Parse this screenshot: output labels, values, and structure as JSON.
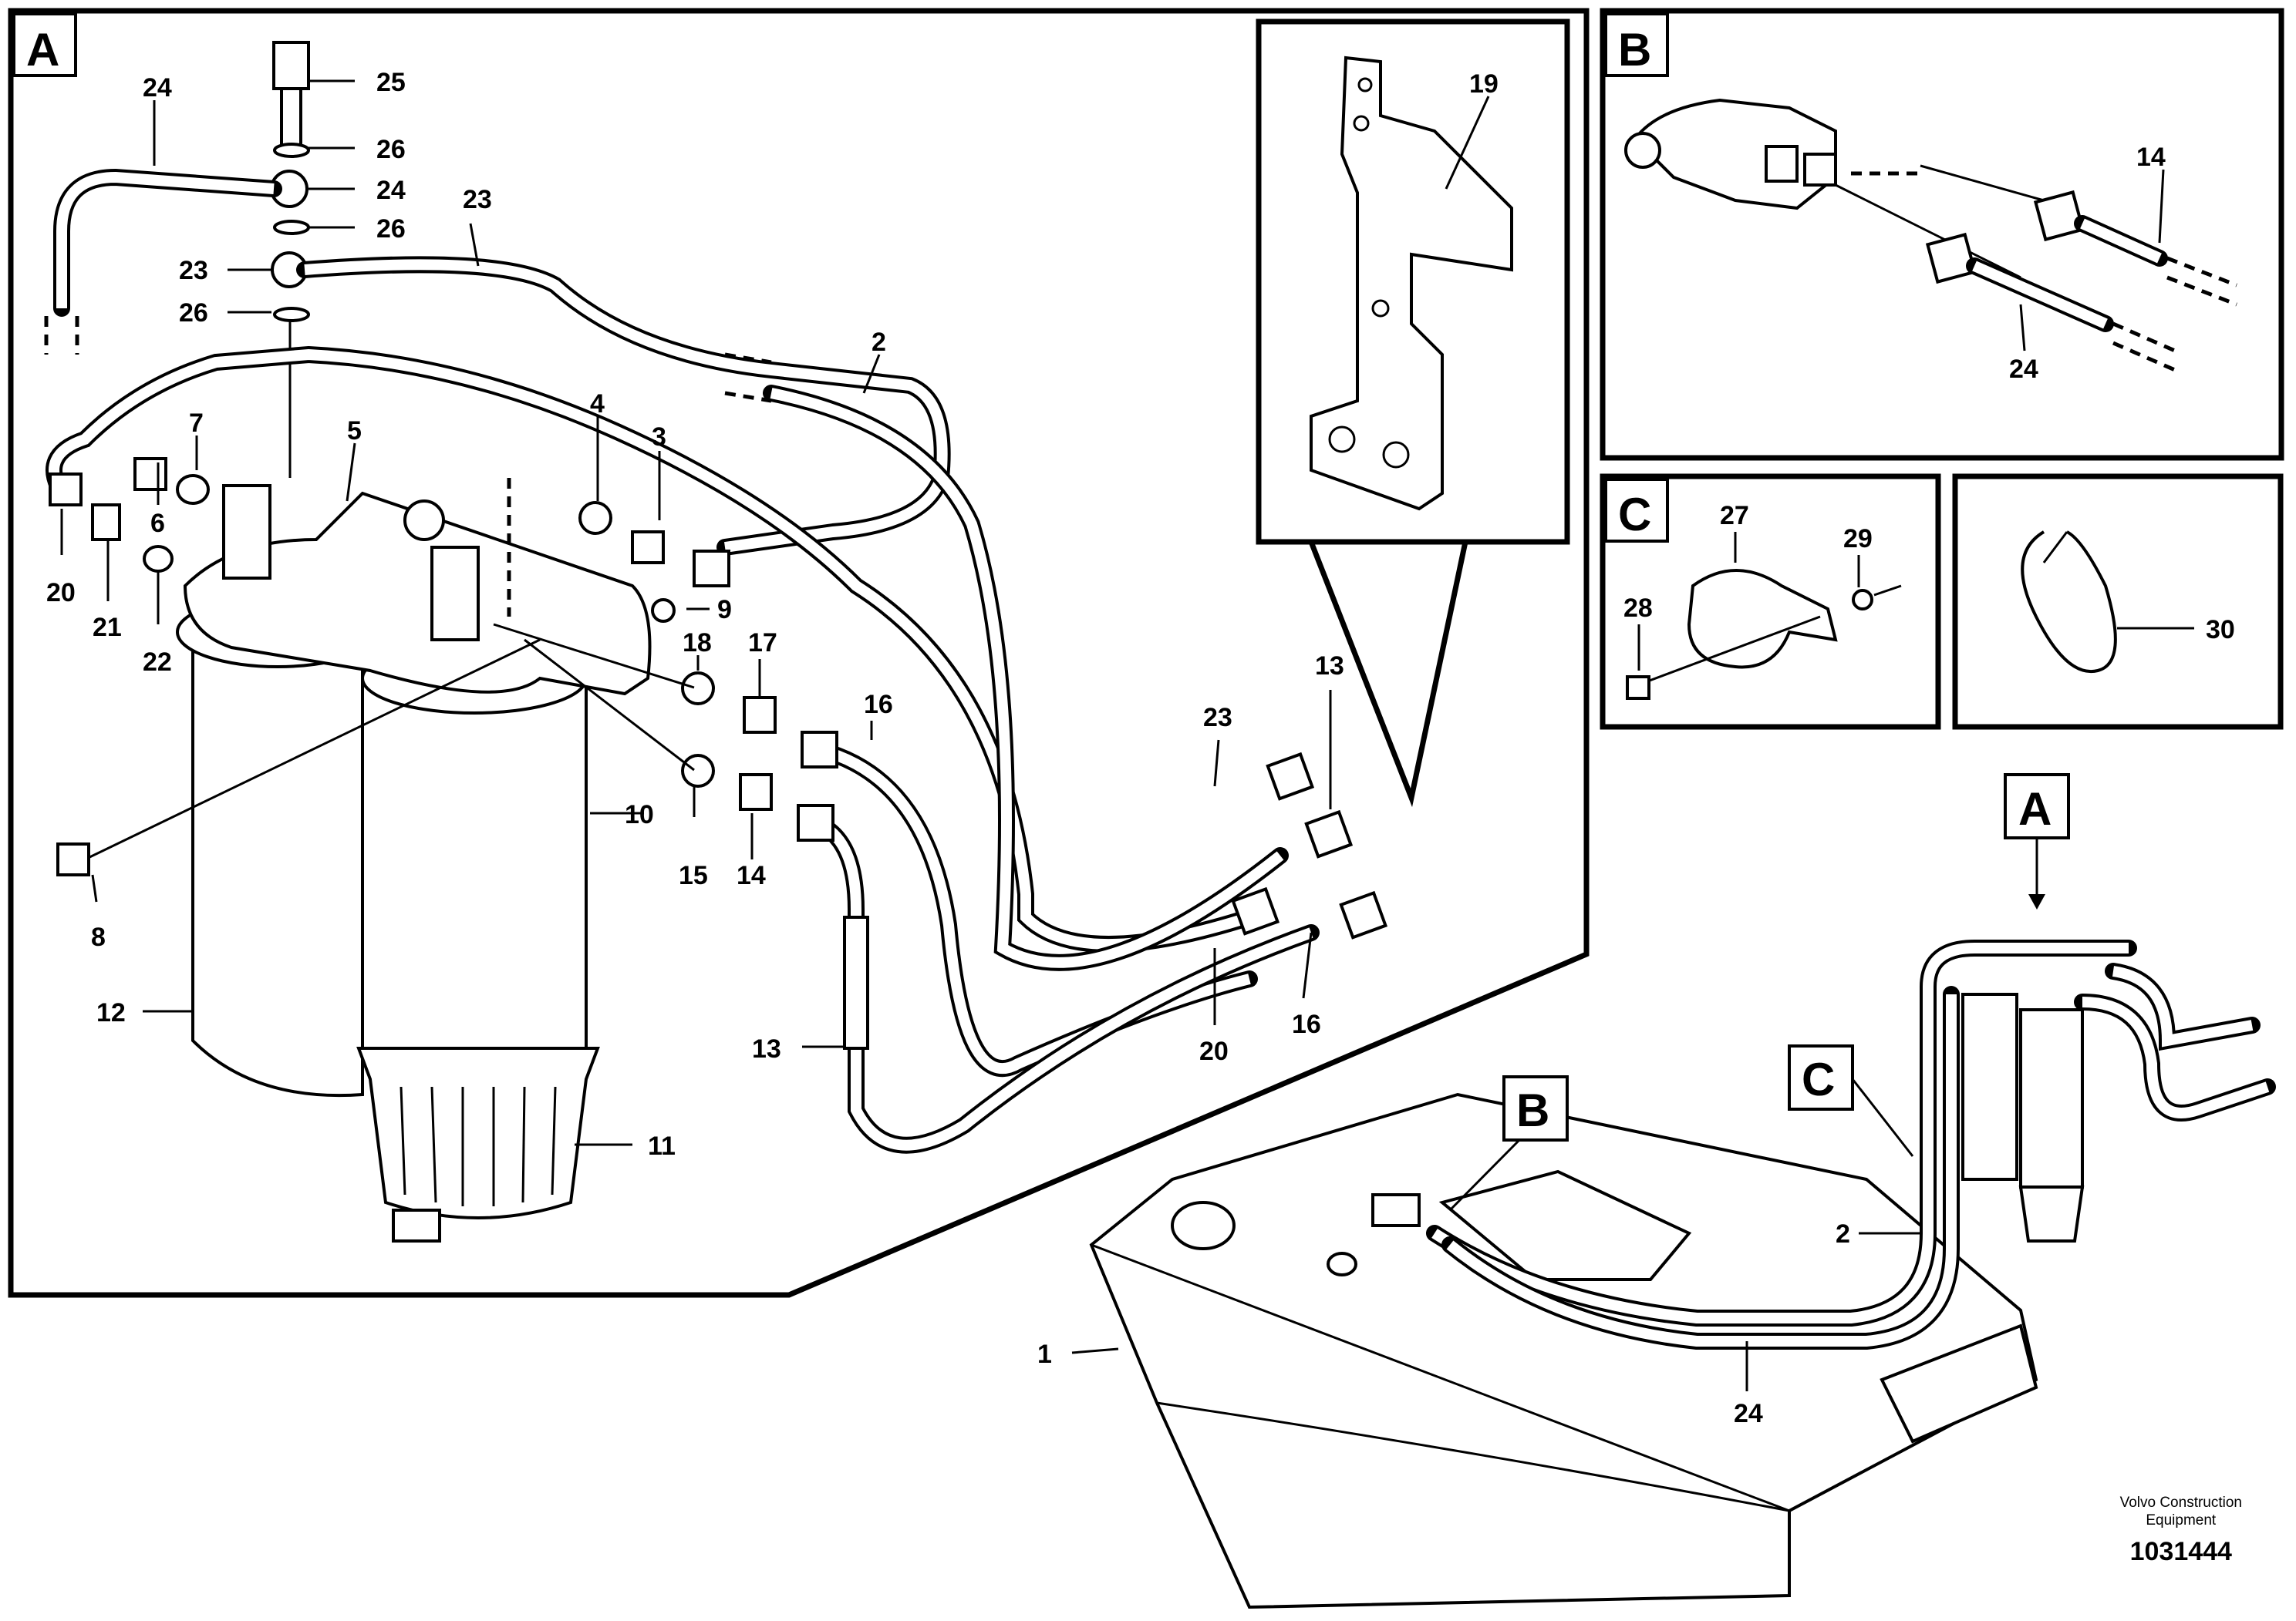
{
  "panels": {
    "A": "A",
    "B": "B",
    "C": "C",
    "overview_A": "A",
    "overview_B": "B",
    "overview_C": "C"
  },
  "labels_A": {
    "l24a": "24",
    "l25": "25",
    "l26a": "26",
    "l24b": "24",
    "l26b": "26",
    "l23a": "23",
    "l26c": "26",
    "l23b": "23",
    "l2": "2",
    "l4": "4",
    "l3": "3",
    "l7": "7",
    "l5": "5",
    "l6": "6",
    "l20": "20",
    "l21": "21",
    "l22": "22",
    "l9": "9",
    "l18": "18",
    "l17": "17",
    "l16a": "16",
    "l10": "10",
    "l15": "15",
    "l14": "14",
    "l8": "8",
    "l12": "12",
    "l11": "11",
    "l13a": "13",
    "l23c": "23",
    "l13b": "13",
    "l20b": "20",
    "l16b": "16",
    "l19": "19"
  },
  "labels_B": {
    "l14": "14",
    "l24": "24"
  },
  "labels_C": {
    "l27": "27",
    "l29": "29",
    "l28": "28",
    "l30": "30"
  },
  "labels_overview": {
    "l1": "1",
    "l2": "2",
    "l24": "24"
  },
  "footer": {
    "brand_line1": "Volvo Construction",
    "brand_line2": "Equipment",
    "doc_number": "1031444"
  }
}
